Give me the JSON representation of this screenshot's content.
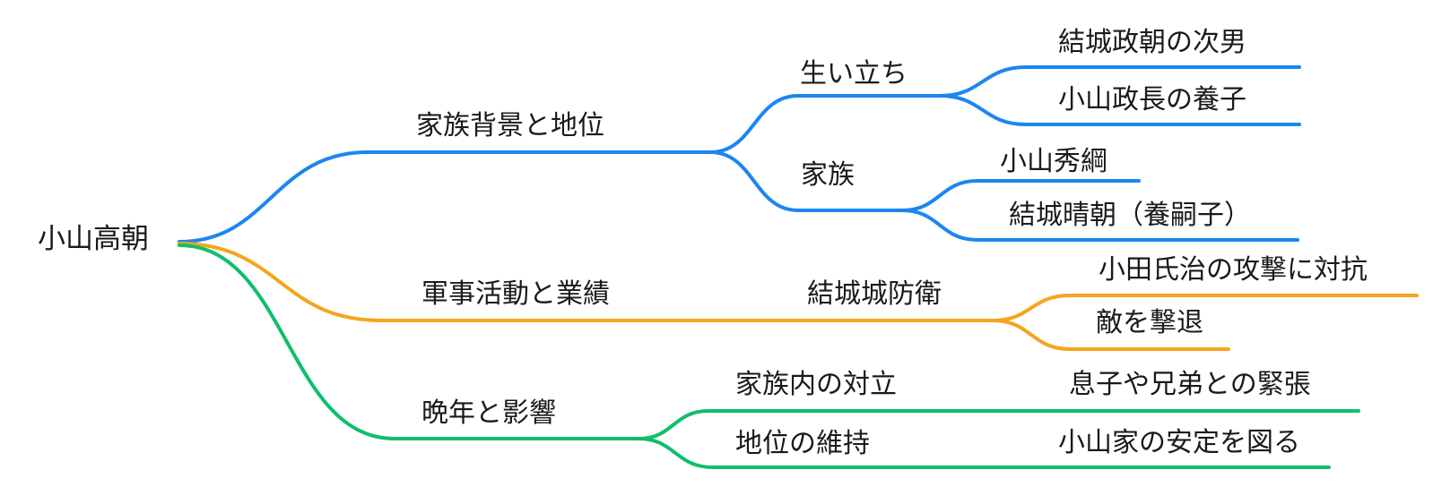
{
  "colors": {
    "branch_blue": "#1C86F0",
    "branch_orange": "#F5A51D",
    "branch_green": "#0FBF6A",
    "text": "#1A1A1A",
    "background": "#FFFFFF"
  },
  "tree": {
    "label": "小山高朝",
    "children": [
      {
        "label": "家族背景と地位",
        "branch_color": "#1C86F0",
        "children": [
          {
            "label": "生い立ち",
            "children": [
              {
                "label": "結城政朝の次男"
              },
              {
                "label": "小山政長の養子"
              }
            ]
          },
          {
            "label": "家族",
            "children": [
              {
                "label": "小山秀綱"
              },
              {
                "label": "結城晴朝（養嗣子）"
              }
            ]
          }
        ]
      },
      {
        "label": "軍事活動と業績",
        "branch_color": "#F5A51D",
        "children": [
          {
            "label": "結城城防衛",
            "children": [
              {
                "label": "小田氏治の攻撃に対抗"
              },
              {
                "label": "敵を撃退"
              }
            ]
          }
        ]
      },
      {
        "label": "晩年と影響",
        "branch_color": "#0FBF6A",
        "children": [
          {
            "label": "家族内の対立",
            "children": [
              {
                "label": "息子や兄弟との緊張"
              }
            ]
          },
          {
            "label": "地位の維持",
            "children": [
              {
                "label": "小山家の安定を図る"
              }
            ]
          }
        ]
      }
    ]
  }
}
